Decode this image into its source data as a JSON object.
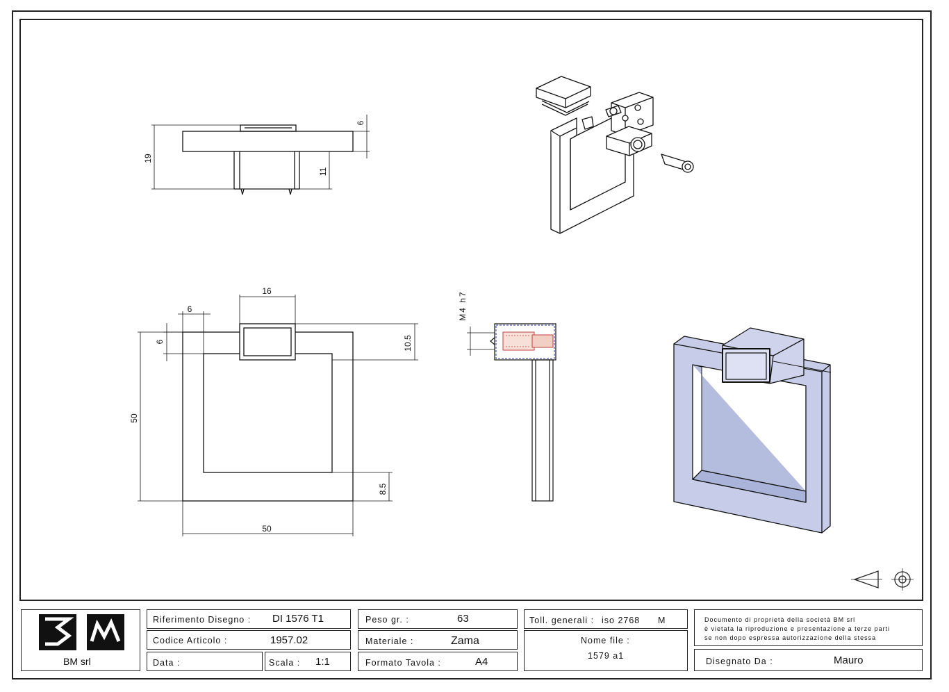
{
  "views": {
    "side": {
      "dim_height": "19",
      "dim_top": "6",
      "dim_bottom": "11"
    },
    "front": {
      "dim_top_width": "16",
      "dim_left_offset": "6",
      "dim_top_offset": "6",
      "dim_height": "50",
      "dim_right": "10.5",
      "dim_bottom_frame": "8.5",
      "dim_width": "50"
    },
    "section": {
      "thread_label": "M4 h7"
    }
  },
  "logo": {
    "company": "BM srl"
  },
  "title_block": {
    "rif_label": "Riferimento Disegno :",
    "rif_value": "DI 1576 T1",
    "codice_label": "Codice Articolo :",
    "codice_value": "1957.02",
    "data_label": "Data :",
    "data_value": "",
    "scala_label": "Scala :",
    "scala_value": "1:1",
    "peso_label": "Peso gr. :",
    "peso_value": "63",
    "materiale_label": "Materiale :",
    "materiale_value": "Zama",
    "formato_label": "Formato Tavola :",
    "formato_value": "A4",
    "toll_label": "Toll. generali :",
    "toll_value": "iso 2768",
    "toll_class": "M",
    "nome_file_label": "Nome file :",
    "nome_file_value": "1579 a1",
    "notice_line1": "Documento di proprietà della società BM srl",
    "notice_line2": "è vietata la riproduzione e presentazione a terze parti",
    "notice_line3": "se non dopo espressa autorizzazione della stessa",
    "disegnato_label": "Disegnato Da :",
    "disegnato_value": "Mauro"
  }
}
